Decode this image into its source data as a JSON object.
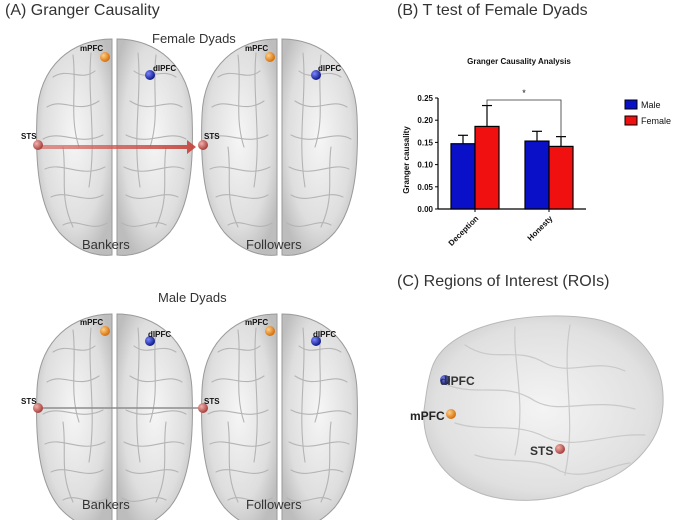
{
  "panels": {
    "a": {
      "title": "(A) Granger Causality",
      "female_label": "Female Dyads",
      "male_label": "Male Dyads",
      "bankers_label": "Bankers",
      "followers_label": "Followers",
      "roi": {
        "mpfc": "mPFC",
        "dlpfc": "dlPFC",
        "sts": "STS"
      }
    },
    "b": {
      "title": "(B) T test of Female Dyads"
    },
    "c": {
      "title": "(C) Regions of Interest (ROIs)",
      "roi": {
        "dlpfc": "dlPFC",
        "mpfc": "mPFC",
        "sts": "STS"
      }
    }
  },
  "colors": {
    "male": "#0a10c8",
    "female": "#f01010",
    "mpfc_node": "#f08a1a",
    "dlpfc_node": "#1f2fb0",
    "sts_node": "#c24a48",
    "female_arrow": "#c8433e",
    "male_link": "#8d8d8d"
  },
  "chart_data": {
    "type": "bar",
    "title": "Granger Causality Analysis",
    "xlabel": "",
    "ylabel": "Granger causality",
    "categories": [
      "Deception",
      "Honesty"
    ],
    "series": [
      {
        "name": "Male",
        "values": [
          0.147,
          0.153
        ],
        "errors": [
          0.019,
          0.022
        ]
      },
      {
        "name": "Female",
        "values": [
          0.186,
          0.141
        ],
        "errors": [
          0.047,
          0.022
        ]
      }
    ],
    "ylim": [
      0,
      0.25
    ],
    "yticks": [
      "0.00",
      "0.05",
      "0.10",
      "0.15",
      "0.20",
      "0.25"
    ],
    "significance": "*",
    "legend": "right",
    "grid": false
  }
}
